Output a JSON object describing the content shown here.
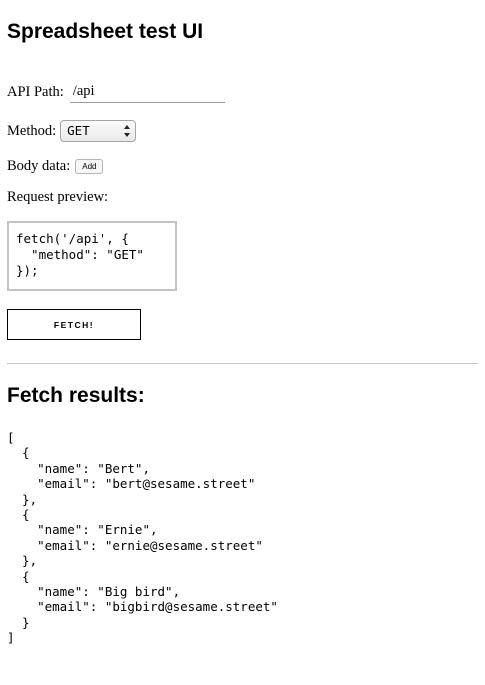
{
  "page": {
    "title": "Spreadsheet test UI"
  },
  "form": {
    "api_path_label": "API Path:",
    "api_path_value": "/api",
    "method_label": "Method:",
    "method_value": "GET",
    "body_label": "Body data:",
    "add_button_label": "Add",
    "preview_label": "Request preview:",
    "preview_code": "fetch('/api', {\n  \"method\": \"GET\"\n});",
    "fetch_button_label": "FETCH!"
  },
  "results": {
    "title": "Fetch results:",
    "json_text": "[\n  {\n    \"name\": \"Bert\",\n    \"email\": \"bert@sesame.street\"\n  },\n  {\n    \"name\": \"Ernie\",\n    \"email\": \"ernie@sesame.street\"\n  },\n  {\n    \"name\": \"Big bird\",\n    \"email\": \"bigbird@sesame.street\"\n  }\n]"
  }
}
